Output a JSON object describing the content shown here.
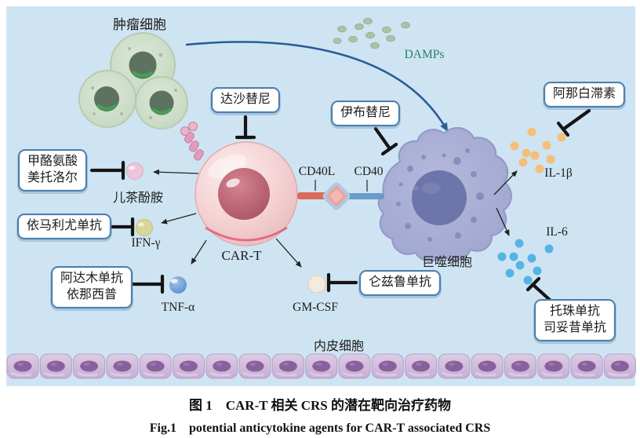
{
  "caption": {
    "cn": "图 1　CAR-T 相关 CRS 的潜在靶向治疗药物",
    "en": "Fig.1　potential anticytokine agents for CAR-T associated CRS"
  },
  "cells": {
    "tumor": "肿瘤细胞",
    "car_t": "CAR-T",
    "macrophage": "巨噬细胞",
    "endothelium": "内皮细胞"
  },
  "molecules": {
    "damps": "DAMPs",
    "catecholamine": "儿茶酚胺",
    "ifn_gamma": "IFN-γ",
    "tnf_alpha": "TNF-α",
    "gm_csf": "GM-CSF",
    "cd40l": "CD40L",
    "cd40": "CD40",
    "il_1beta": "IL-1β",
    "il_6": "IL-6"
  },
  "drug_boxes": {
    "dasatinib": {
      "lines": [
        "达沙替尼"
      ],
      "inhibits": "CAR-T"
    },
    "ibrutinib": {
      "lines": [
        "伊布替尼"
      ],
      "inhibits": "巨噬细胞"
    },
    "anakinra": {
      "lines": [
        "阿那白滞素"
      ],
      "inhibits": "IL-1β"
    },
    "metyrosine_metoprolol": {
      "lines": [
        "甲酪氨酸",
        "美托洛尔"
      ],
      "inhibits": "儿茶酚胺"
    },
    "emapalumab": {
      "lines": [
        "依马利尤单抗"
      ],
      "inhibits": "IFN-γ"
    },
    "adalimumab_etanercept": {
      "lines": [
        "阿达木单抗",
        "依那西普"
      ],
      "inhibits": "TNF-α"
    },
    "lenzilumab": {
      "lines": [
        "仑兹鲁单抗"
      ],
      "inhibits": "GM-CSF"
    },
    "tocilizumab_siltuximab": {
      "lines": [
        "托珠单抗",
        "司妥昔单抗"
      ],
      "inhibits": "IL-6"
    }
  },
  "colors": {
    "background": "#cfe4f2",
    "box_border": "#4d7fae",
    "blue_arrow": "#2b5d94",
    "damps_text": "#2f7d6d",
    "tumor_cell": "#ccdec8",
    "car_t_cell": "#f3cfd1",
    "macrophage": "#a9aed4",
    "endothelium": "#cdb9d9",
    "il_1beta_dots": "#f3be79",
    "il_6_dots": "#55b4e6"
  }
}
